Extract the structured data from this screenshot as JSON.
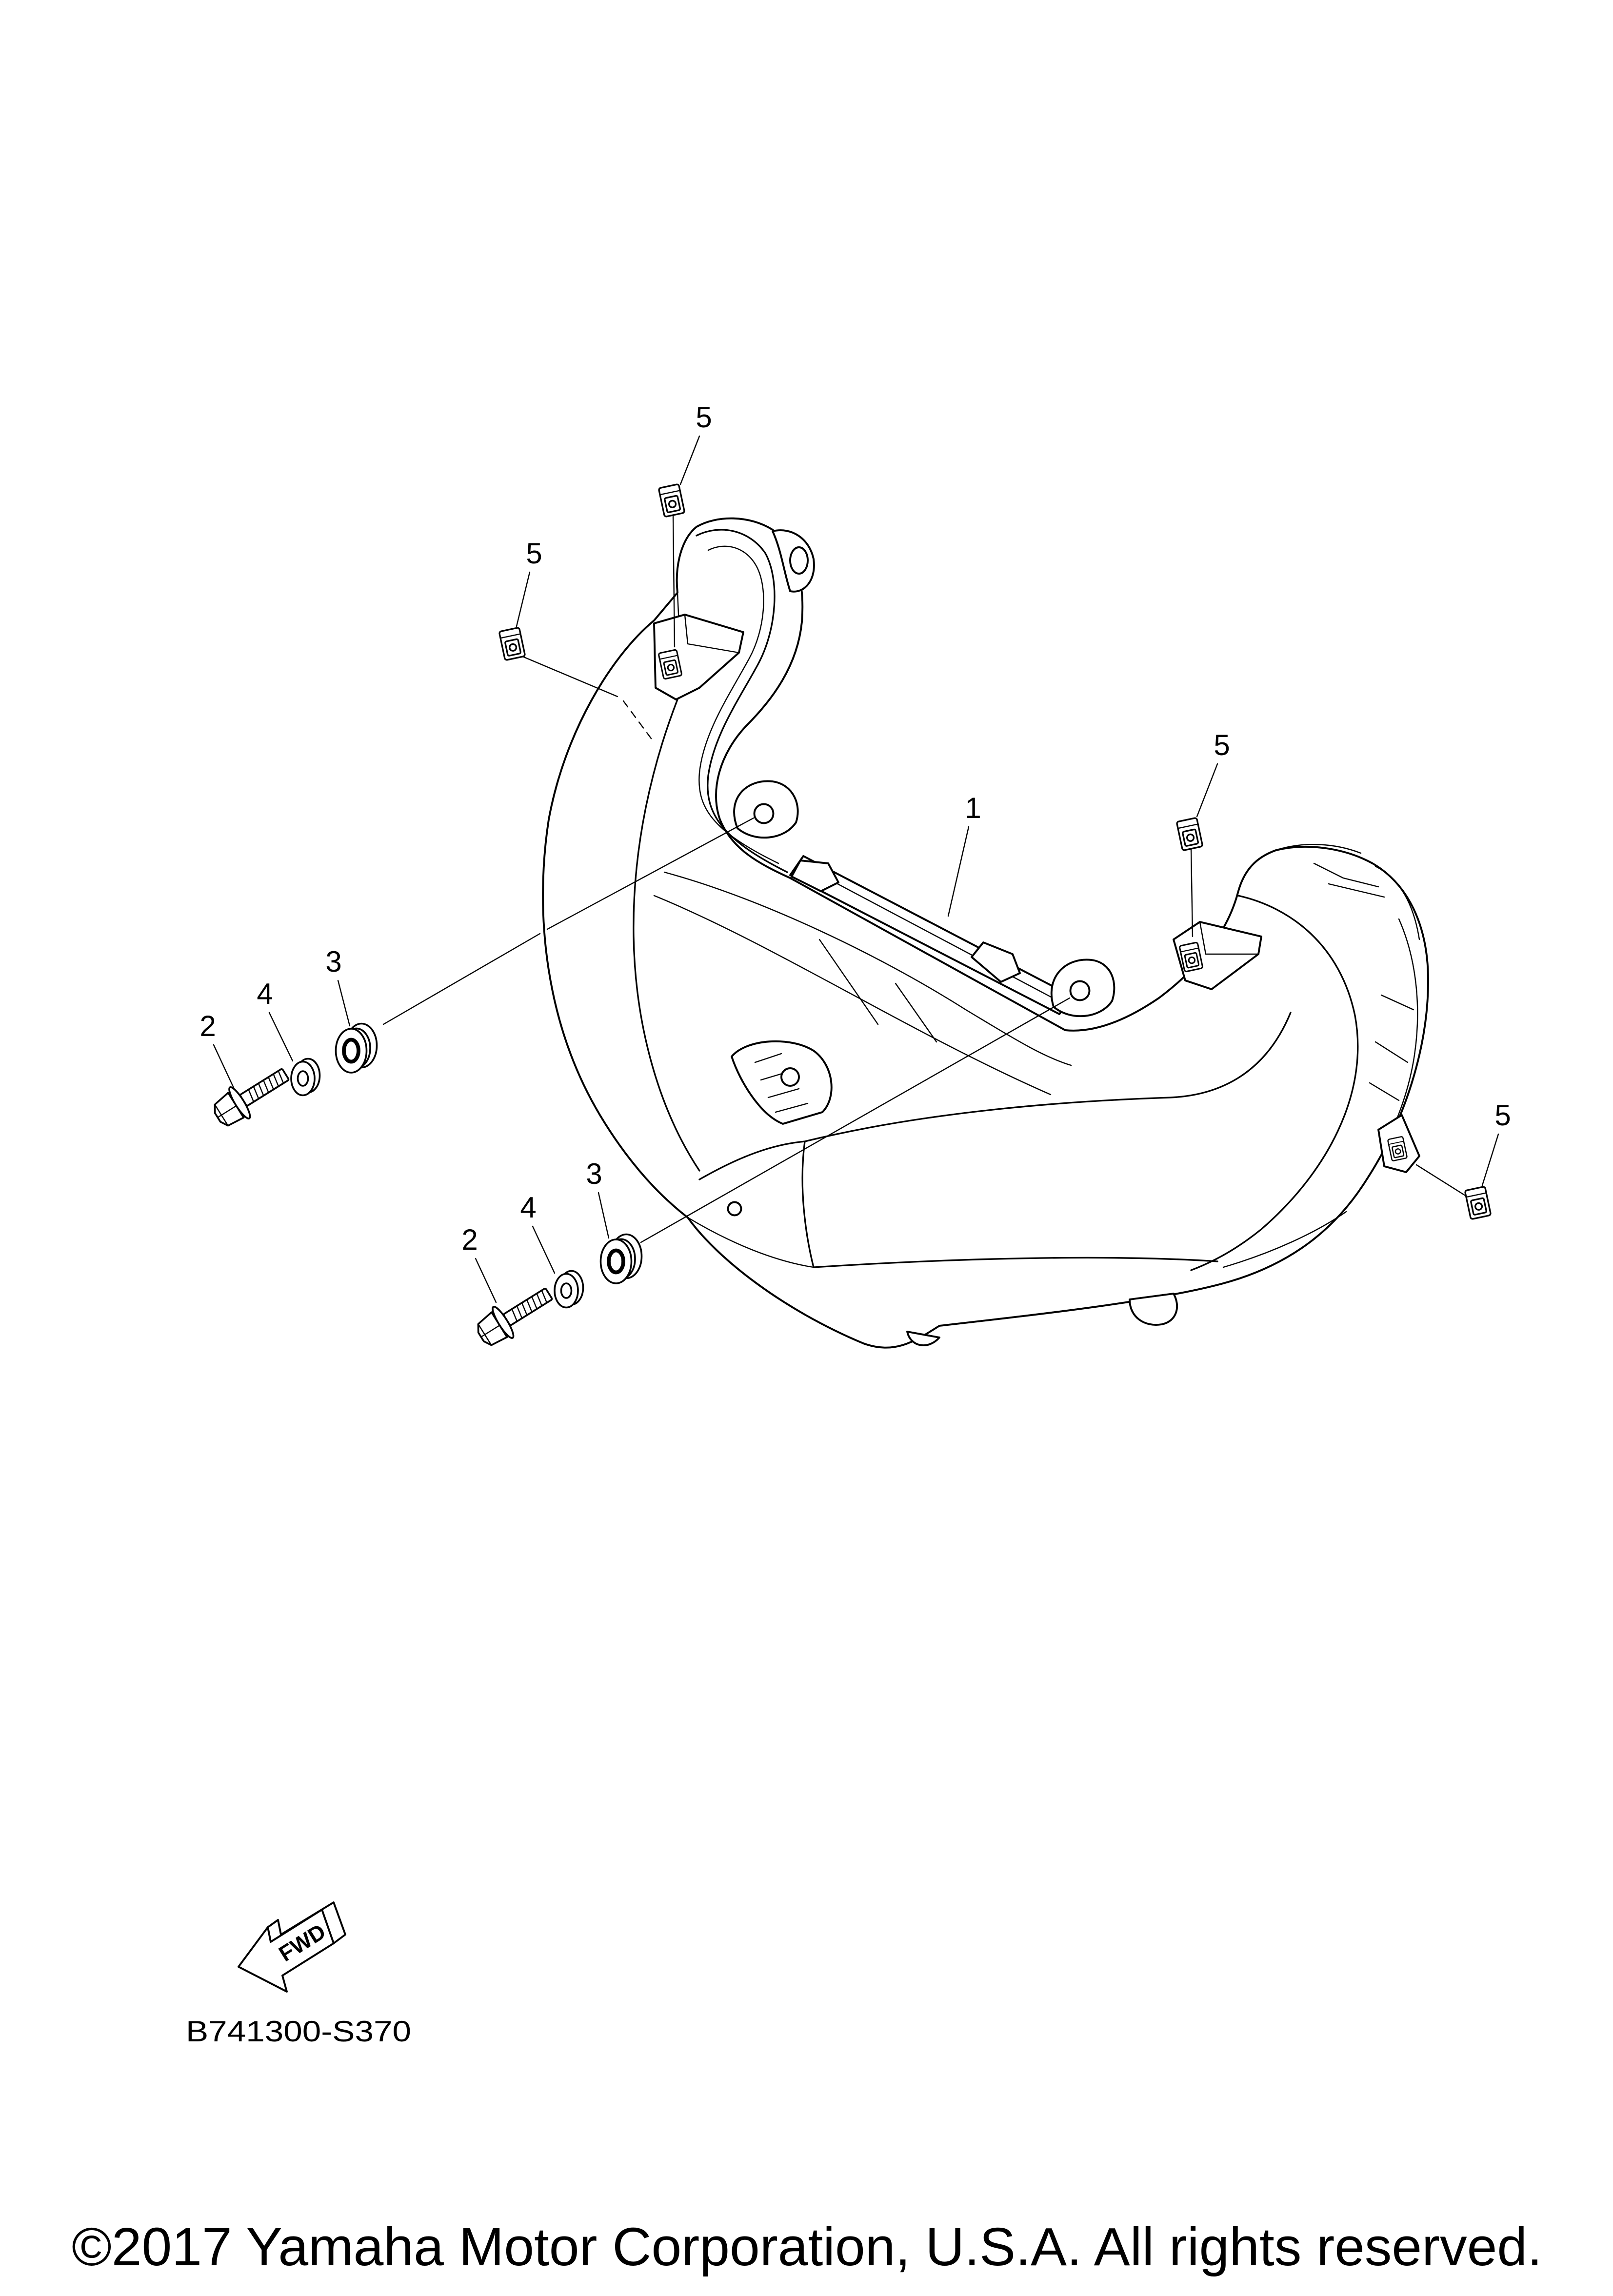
{
  "callouts": [
    "5",
    "5",
    "5",
    "1",
    "3",
    "4",
    "2",
    "5",
    "3",
    "4",
    "2"
  ],
  "fwd_label": "FWD",
  "diagram_code": "B741300-S370",
  "copyright": "©2017 Yamaha Motor Corporation, U.S.A. All rights reserved."
}
